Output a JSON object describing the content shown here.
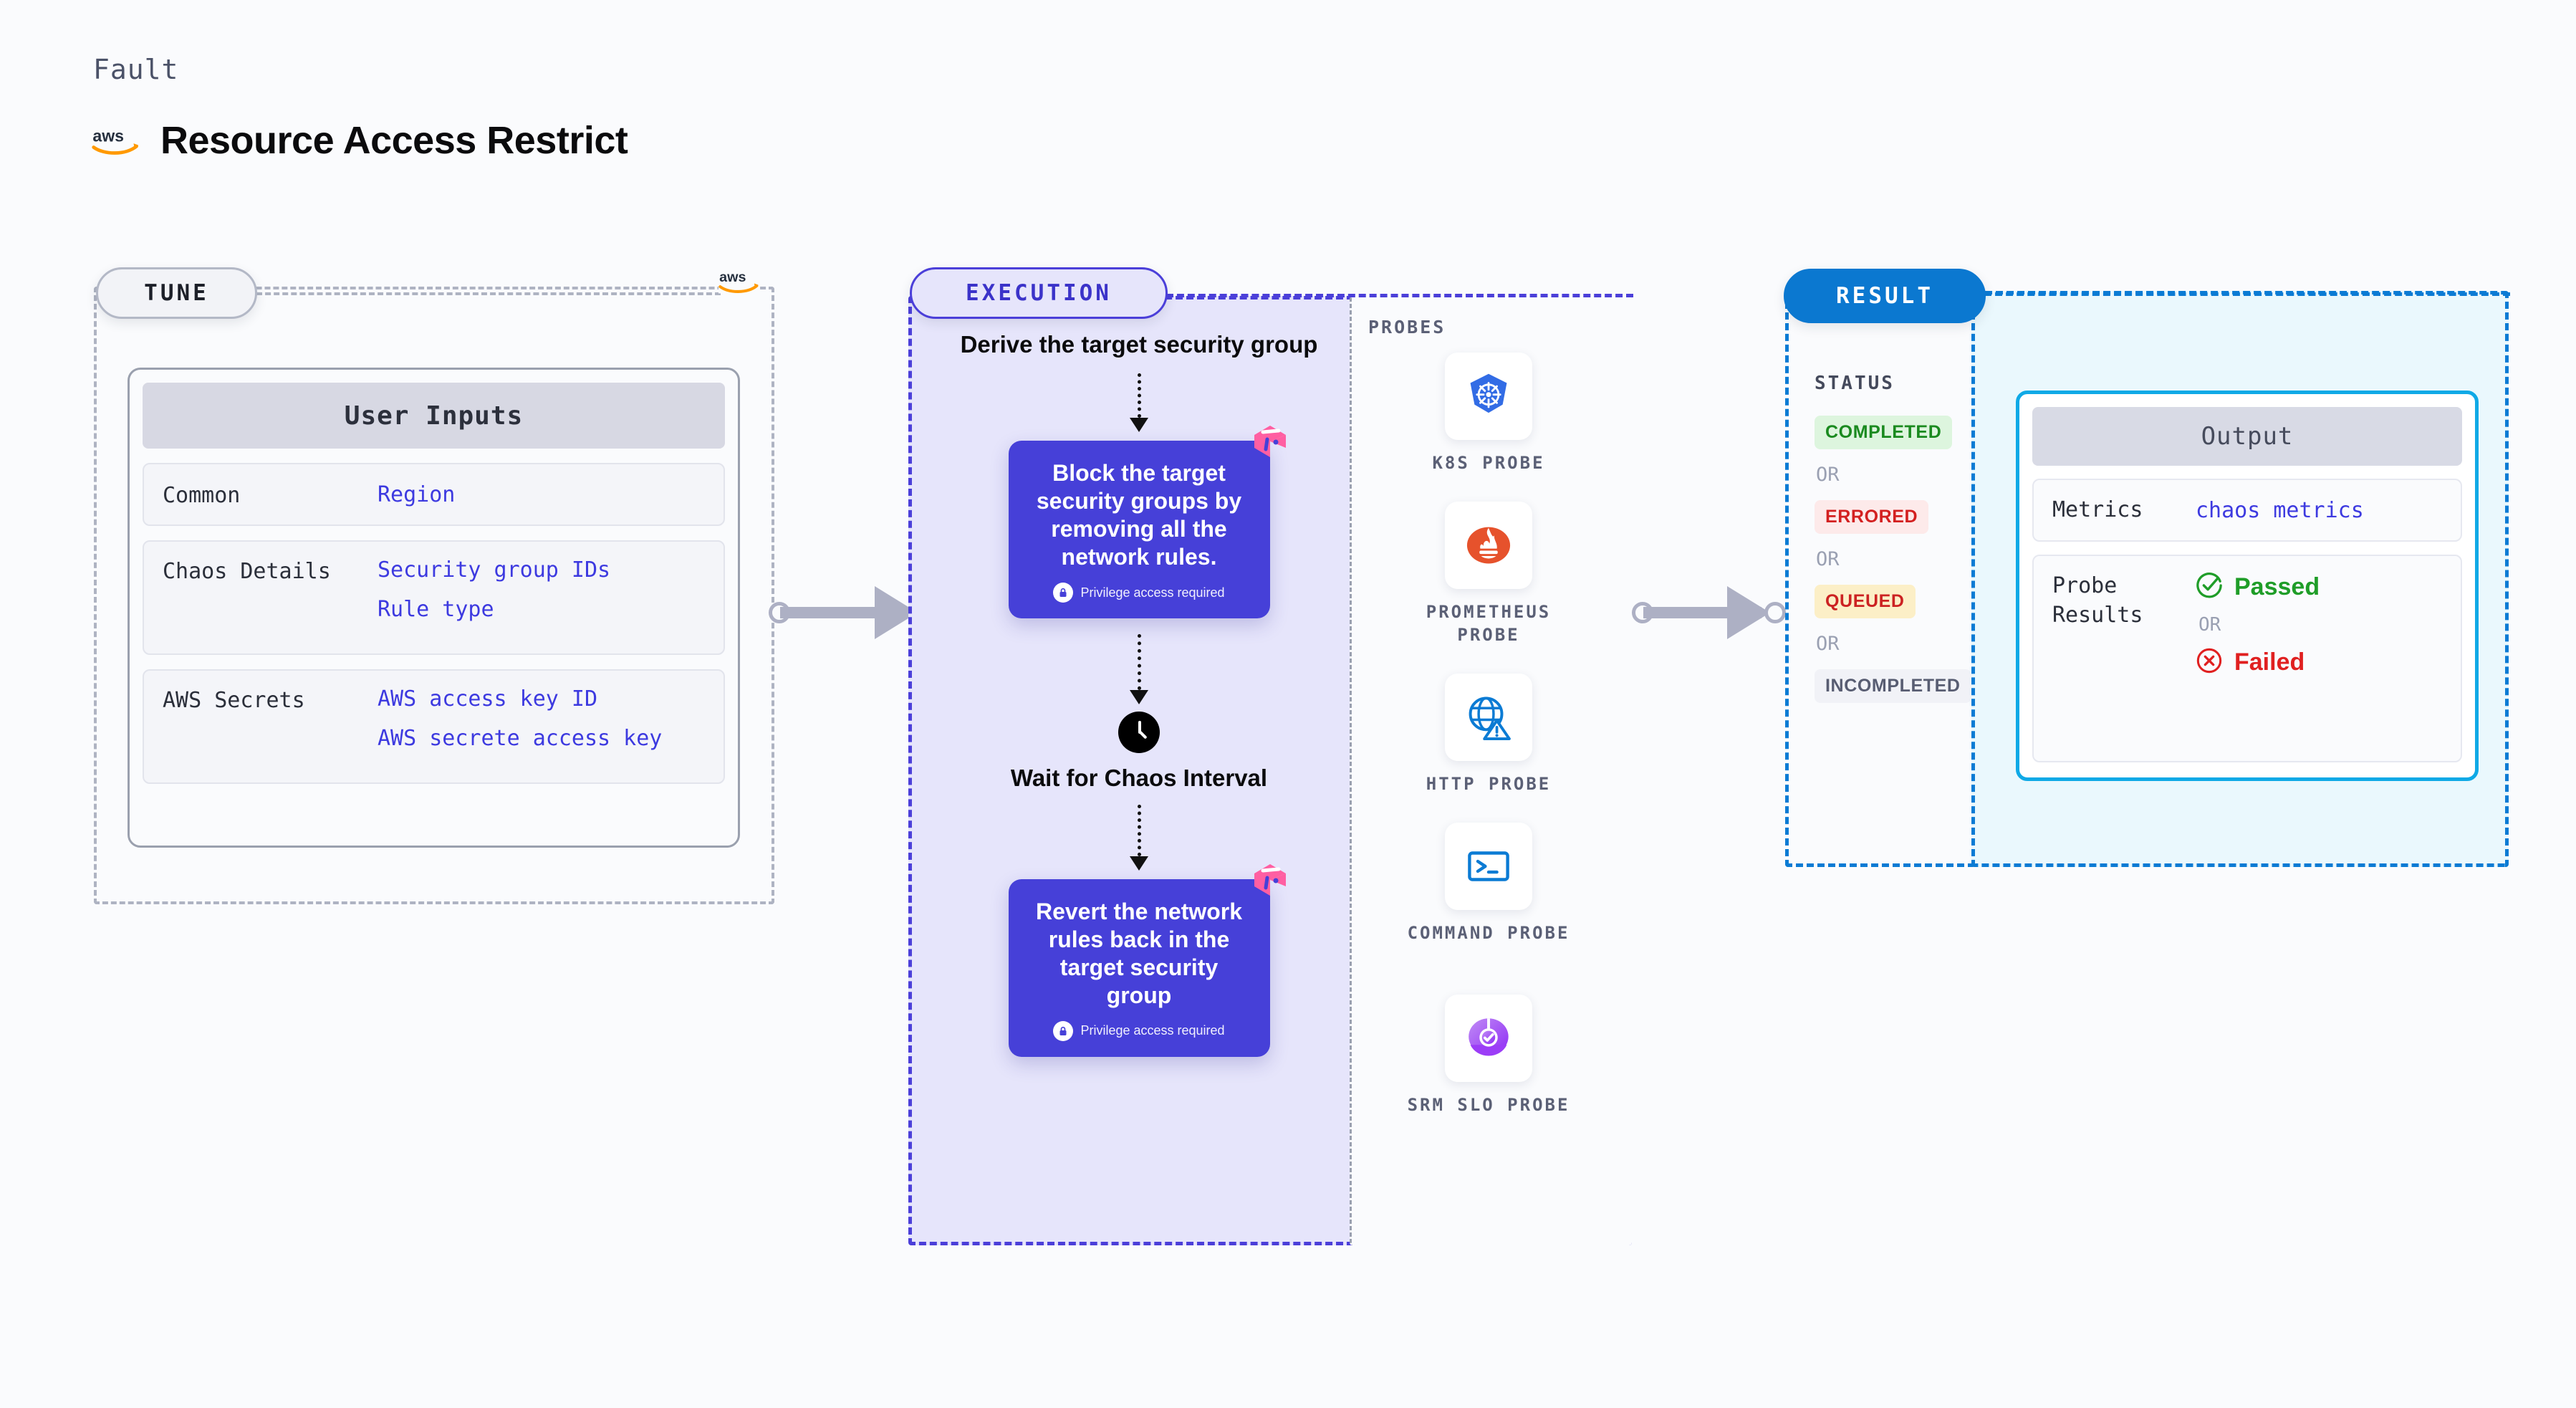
{
  "header": {
    "kicker": "Fault",
    "title": "Resource Access Restrict",
    "brand_icon": "aws-logo-icon"
  },
  "tune": {
    "pill_label": "TUNE",
    "brand_icon": "aws-logo-icon",
    "card_title": "User Inputs",
    "rows": [
      {
        "key": "Common",
        "values": [
          "Region"
        ]
      },
      {
        "key": "Chaos Details",
        "values": [
          "Security group IDs",
          "Rule type"
        ]
      },
      {
        "key": "AWS Secrets",
        "values": [
          "AWS access key ID",
          "AWS secrete access key"
        ]
      }
    ]
  },
  "execution": {
    "pill_label": "EXECUTION",
    "step1_title": "Derive the target security group",
    "step2": {
      "text": "Block the target security groups by removing all the network rules.",
      "privilege_note": "Privilege access required",
      "lock_icon": "lock-icon",
      "brand_icon": "harness-logo-icon"
    },
    "wait": {
      "icon": "clock-icon",
      "title": "Wait for Chaos Interval"
    },
    "step3": {
      "text": "Revert the network rules back in the target security group",
      "privilege_note": "Privilege access required",
      "lock_icon": "lock-icon",
      "brand_icon": "harness-logo-icon"
    }
  },
  "probes": {
    "title": "PROBES",
    "items": [
      {
        "label": "K8S PROBE",
        "icon": "kubernetes-icon"
      },
      {
        "label": "PROMETHEUS PROBE",
        "icon": "prometheus-icon"
      },
      {
        "label": "HTTP PROBE",
        "icon": "http-globe-icon"
      },
      {
        "label": "COMMAND PROBE",
        "icon": "terminal-icon"
      },
      {
        "label": "SRM SLO PROBE",
        "icon": "srm-slo-icon"
      }
    ]
  },
  "result": {
    "pill_label": "RESULT",
    "status_title": "STATUS",
    "or_label": "OR",
    "statuses": [
      {
        "label": "COMPLETED",
        "variant": "completed"
      },
      {
        "label": "ERRORED",
        "variant": "errored"
      },
      {
        "label": "QUEUED",
        "variant": "queued"
      },
      {
        "label": "INCOMPLETED",
        "variant": "incompleted"
      }
    ],
    "output": {
      "card_title": "Output",
      "metrics_key": "Metrics",
      "metrics_value": "chaos metrics",
      "probe_results_key": "Probe Results",
      "passed_label": "Passed",
      "failed_label": "Failed",
      "or_label": "OR",
      "passed_icon": "check-circle-icon",
      "failed_icon": "x-circle-icon"
    }
  },
  "colors": {
    "page_bg": "#fafbfd",
    "execution_accent": "#4b3fd9",
    "execution_bg": "#e6e5fb",
    "result_accent": "#0b7bd4",
    "result_bg": "#eaf8fd",
    "tune_accent": "#aeb3c2",
    "card_purple": "#4640d8",
    "harness_pink": "#ff5fa2",
    "aws_orange": "#ff9900",
    "status_completed": "#1a8a1f",
    "status_errored": "#d32020",
    "status_queued": "#cc2222",
    "status_incompleted": "#585d72",
    "passed_green": "#1f9d28",
    "failed_red": "#e02020",
    "value_blue": "#3d3ae0"
  }
}
